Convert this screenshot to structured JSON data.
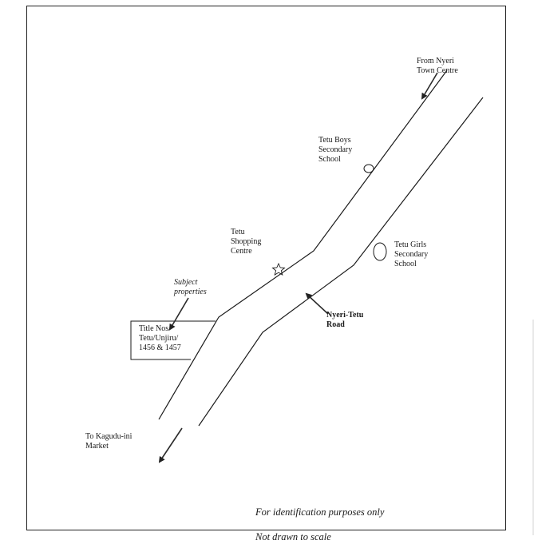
{
  "labels": {
    "from_nyeri": "From Nyeri\nTown Centre",
    "tetu_boys": "Tetu Boys\nSecondary\nSchool",
    "tetu_shopping": "Tetu\nShopping\nCentre",
    "tetu_girls": "Tetu Girls\nSecondary\nSchool",
    "subject_properties": "Subject\nproperties",
    "nyeri_tetu_road": "Nyeri-Tetu\nRoad",
    "title_nos": "Title Nos/\nTetu/Unjiru/\n1456 & 1457",
    "to_kagudu": "To Kagudu-ini\nMarket"
  },
  "note": {
    "line1": "For identification purposes only",
    "line2": "Not drawn to scale"
  },
  "colors": {
    "ink": "#1a1a1a",
    "arrow": "#2a2a2a"
  }
}
